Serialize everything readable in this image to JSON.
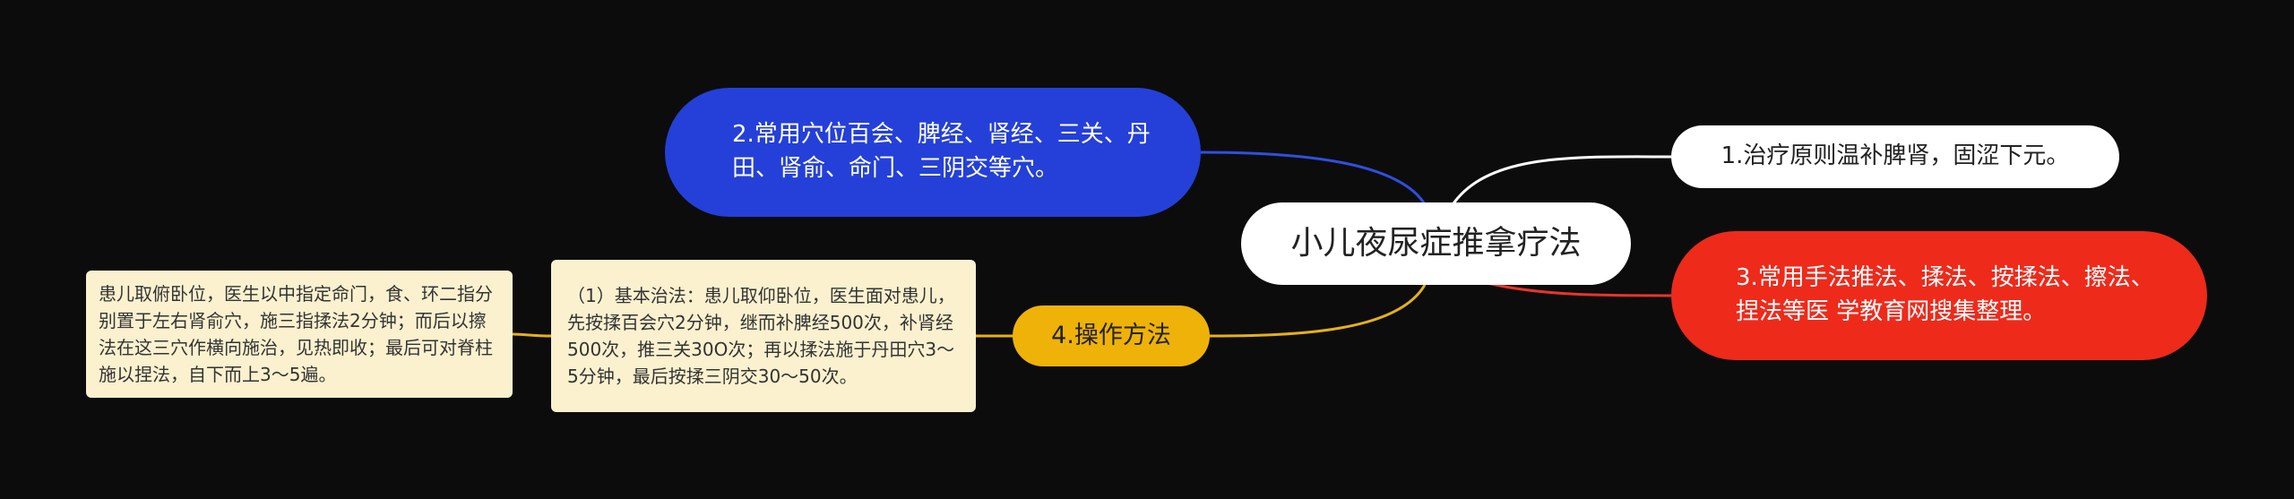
{
  "mindmap": {
    "root": {
      "label": "小儿夜尿症推拿疗法"
    },
    "branches": [
      {
        "id": "n1",
        "label": "1.治疗原则温补脾肾，固涩下元。",
        "color": "#ffffff",
        "link_color": "#ffffff"
      },
      {
        "id": "n2",
        "label": "2.常用穴位百会、脾经、肾经、三关、丹田、肾俞、命门、三阴交等穴。",
        "color": "#2440d8",
        "link_color": "#2f4fe0"
      },
      {
        "id": "n3",
        "label": "3.常用手法推法、揉法、按揉法、擦法、捏法等医 学教育网搜集整理。",
        "color": "#ee2a1b",
        "link_color": "#e8352a"
      },
      {
        "id": "n4",
        "label": "4.操作方法",
        "color": "#efb208",
        "link_color": "#e6b01c",
        "children": [
          {
            "id": "leaf1",
            "label": "（1）基本治法：患儿取仰卧位，医生面对患儿，先按揉百会穴2分钟，继而补脾经500次，补肾经500次，推三关30O次；再以揉法施于丹田穴3～5分钟，最后按揉三阴交30～50次。",
            "children": [
              {
                "id": "leaf2",
                "label": "患儿取俯卧位，医生以中指定命门，食、环二指分别置于左右肾俞穴，施三指揉法2分钟；而后以擦法在这三穴作横向施治，见热即收；最后可对脊柱施以捏法，自下而上3～5遍。"
              }
            ]
          }
        ]
      }
    ]
  }
}
